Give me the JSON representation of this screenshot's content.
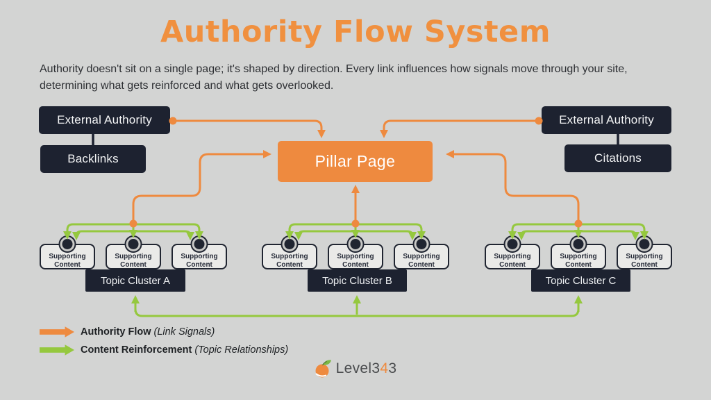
{
  "title": "Authority Flow System",
  "subtitle": "Authority doesn't sit on a single page; it's shaped by direction. Every link influences how signals move through your site, determining what gets reinforced and what gets overlooked.",
  "colors": {
    "background": "#d3d4d3",
    "authority_orange": "#ee8a3f",
    "reinforcement_green": "#95c83e",
    "node_dark": "#1d2230",
    "support_fill": "#eaeae8"
  },
  "nodes": {
    "external_authority_left": "External Authority",
    "backlinks": "Backlinks",
    "external_authority_right": "External Authority",
    "citations": "Citations",
    "pillar_page": "Pillar Page"
  },
  "supporting_box": {
    "line1": "Supporting",
    "line2": "Content"
  },
  "clusters": [
    {
      "label": "Topic Cluster A"
    },
    {
      "label": "Topic Cluster B"
    },
    {
      "label": "Topic Cluster C"
    }
  ],
  "legend": [
    {
      "term": "Authority Flow",
      "detail": "(Link Signals)"
    },
    {
      "term": "Content Reinforcement",
      "detail": "(Topic Relationships)"
    }
  ],
  "logo": {
    "prefix": "Level3",
    "accent": "4",
    "suffix": "3"
  }
}
